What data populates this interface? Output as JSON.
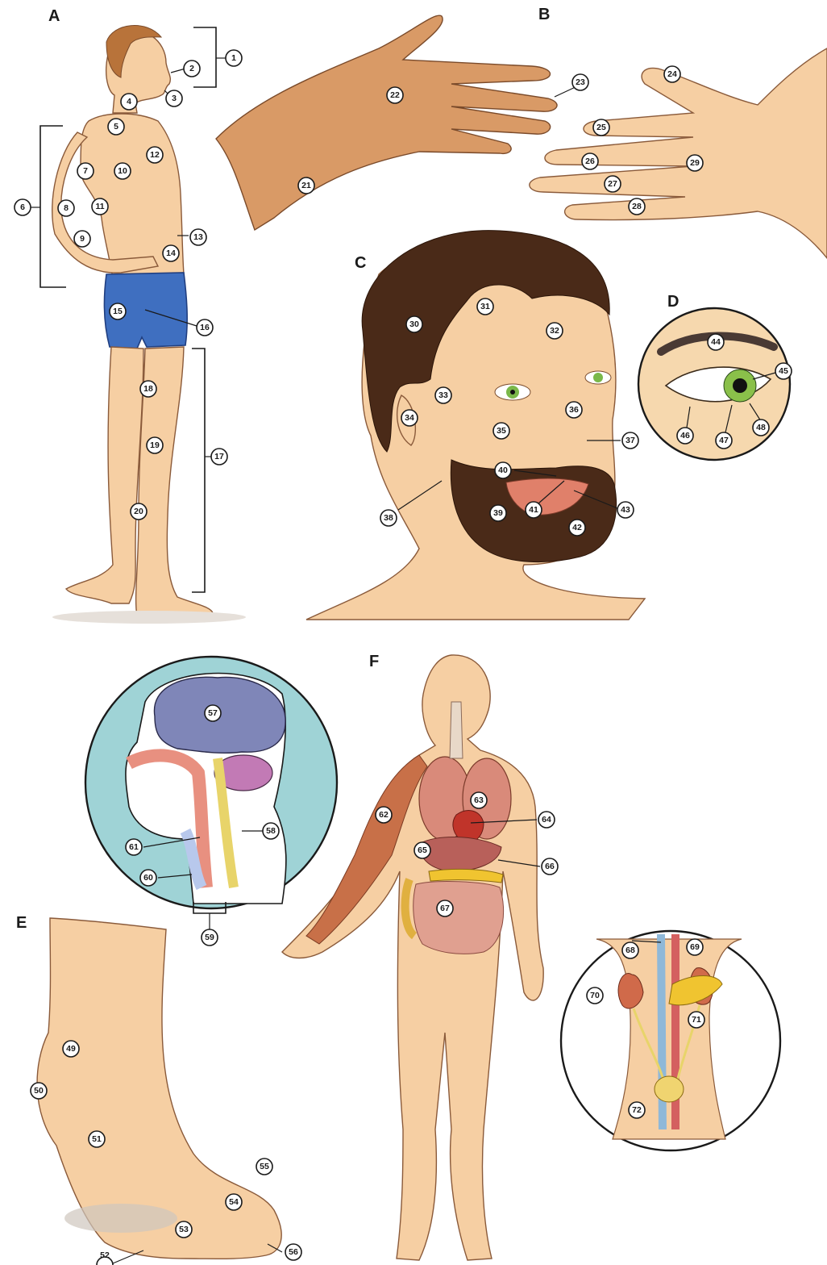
{
  "panels": {
    "a": "A",
    "b": "B",
    "c": "C",
    "d": "D",
    "e": "E",
    "f": "F"
  },
  "labels": {
    "n1": "1",
    "n2": "2",
    "n3": "3",
    "n4": "4",
    "n5": "5",
    "n6": "6",
    "n7": "7",
    "n8": "8",
    "n9": "9",
    "n10": "10",
    "n11": "11",
    "n12": "12",
    "n13": "13",
    "n14": "14",
    "n15": "15",
    "n16": "16",
    "n17": "17",
    "n18": "18",
    "n19": "19",
    "n20": "20",
    "n21": "21",
    "n22": "22",
    "n23": "23",
    "n24": "24",
    "n25": "25",
    "n26": "26",
    "n27": "27",
    "n28": "28",
    "n29": "29",
    "n30": "30",
    "n31": "31",
    "n32": "32",
    "n33": "33",
    "n34": "34",
    "n35": "35",
    "n36": "36",
    "n37": "37",
    "n38": "38",
    "n39": "39",
    "n40": "40",
    "n41": "41",
    "n42": "42",
    "n43": "43",
    "n44": "44",
    "n45": "45",
    "n46": "46",
    "n47": "47",
    "n48": "48",
    "n49": "49",
    "n50": "50",
    "n51": "51",
    "n52": "52",
    "n53": "53",
    "n54": "54",
    "n55": "55",
    "n56": "56",
    "n57": "57",
    "n58": "58",
    "n59": "59",
    "n60": "60",
    "n61": "61",
    "n62": "62",
    "n63": "63",
    "n64": "64",
    "n65": "65",
    "n66": "66",
    "n67": "67",
    "n68": "68",
    "n69": "69",
    "n70": "70",
    "n71": "71",
    "n72": "72"
  },
  "colors": {
    "skin": "#f6cfa3",
    "skin_dark": "#d99a66",
    "hair": "#4a2a18",
    "shorts": "#3f6fc0",
    "brain": "#7f86b8",
    "cerebellum": "#c27ab5",
    "nerves": "#e8d46a",
    "inset_bg": "#9fd3d6",
    "lungs": "#d98a7a",
    "heart": "#c0342a",
    "liver": "#b8605a",
    "intestine": "#e0a090",
    "pancreas": "#f0c430",
    "kidney": "#d06a4a",
    "eye_iris": "#7ab84a"
  }
}
